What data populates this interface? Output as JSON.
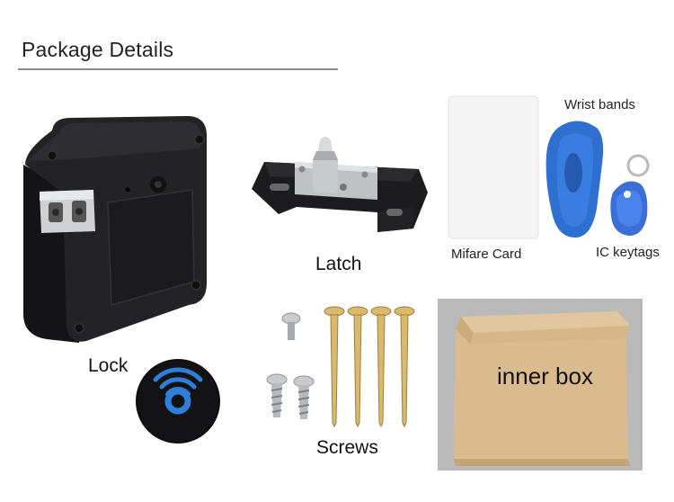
{
  "header": {
    "title": "Package Details"
  },
  "items": {
    "lock": "Lock",
    "latch": "Latch",
    "mifare_card": "Mifare Card",
    "wrist_bands": "Wrist bands",
    "ic_keytags": "IC keytags",
    "screws": "Screws",
    "inner_box": "inner box"
  },
  "colors": {
    "lock_body": "#1f1f21",
    "rfid_blue": "#2f7fd6",
    "band_blue": "#2e6fd0",
    "cardboard": "#d9bb8e",
    "panel_gray": "#b9b9b9"
  }
}
